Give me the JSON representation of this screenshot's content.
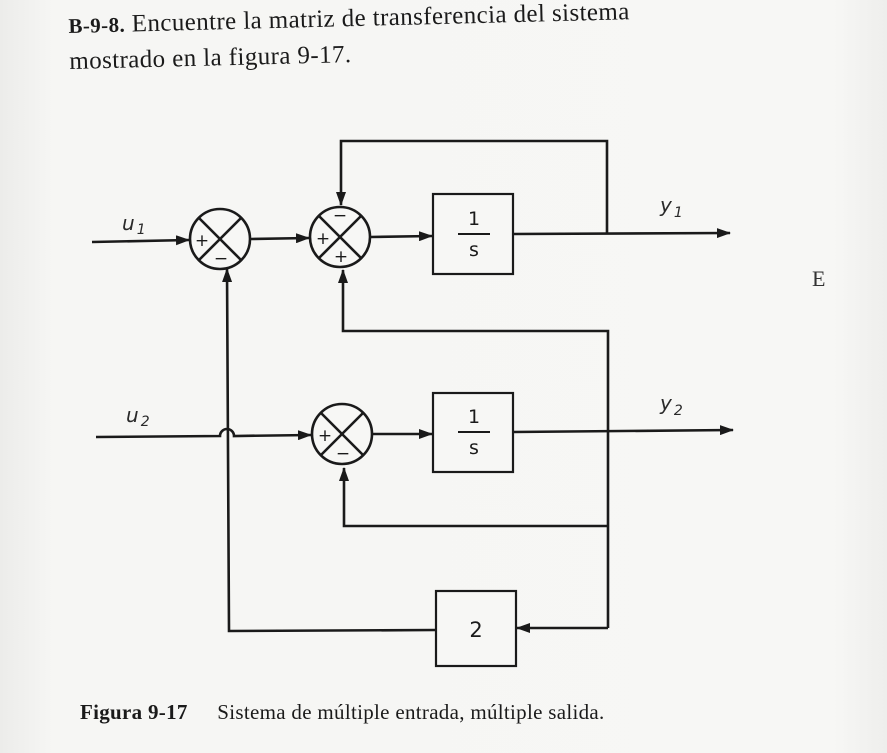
{
  "problem": {
    "number": "B-9-8.",
    "text_line1": "Encuentre la matriz de transferencia del sistema",
    "text_line2": "mostrado en la figura 9-17."
  },
  "diagram": {
    "inputs": {
      "u1": "u",
      "u1_sub": "1",
      "u2": "u",
      "u2_sub": "2"
    },
    "outputs": {
      "y1": "y",
      "y1_sub": "1",
      "y2": "y",
      "y2_sub": "2"
    },
    "integrator1": {
      "num": "1",
      "den": "s"
    },
    "integrator2": {
      "num": "1",
      "den": "s"
    },
    "gain": {
      "value": "2"
    },
    "sum1": {
      "left": "+",
      "bottom": "−"
    },
    "sum2": {
      "top": "−",
      "left": "+",
      "bottom": "+"
    },
    "sum3": {
      "left": "+",
      "bottom": "−"
    }
  },
  "caption": {
    "figure": "Figura 9-17",
    "text": "Sistema de múltiple entrada, múltiple salida."
  },
  "margin_mark": "E"
}
